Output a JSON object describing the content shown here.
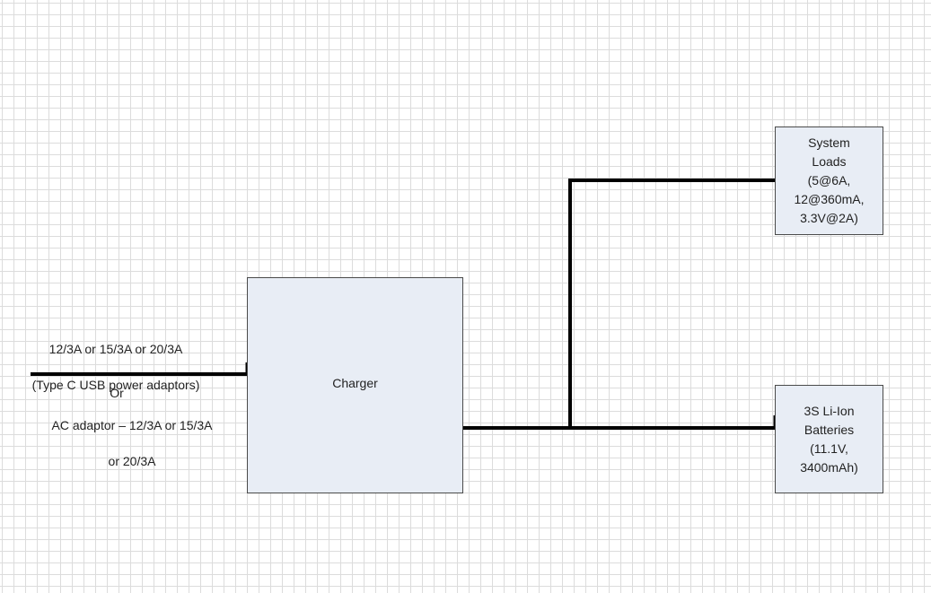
{
  "canvas": {
    "background": "#ffffff",
    "grid_color": "#dcdcdc",
    "block_fill": "#e8edf5",
    "wire_color": "#000000"
  },
  "input": {
    "usb_line1": "12/3A or 15/3A or 20/3A",
    "usb_line2": "(Type C USB power adaptors)",
    "or": "Or",
    "ac_line1": "AC adaptor – 12/3A or 15/3A",
    "ac_line2": "or 20/3A"
  },
  "blocks": {
    "charger": "Charger",
    "loads": "System\nLoads\n(5@6A,\n12@360mA,\n3.3V@2A)",
    "battery": "3S Li-Ion\nBatteries\n(11.1V,\n3400mAh)"
  }
}
